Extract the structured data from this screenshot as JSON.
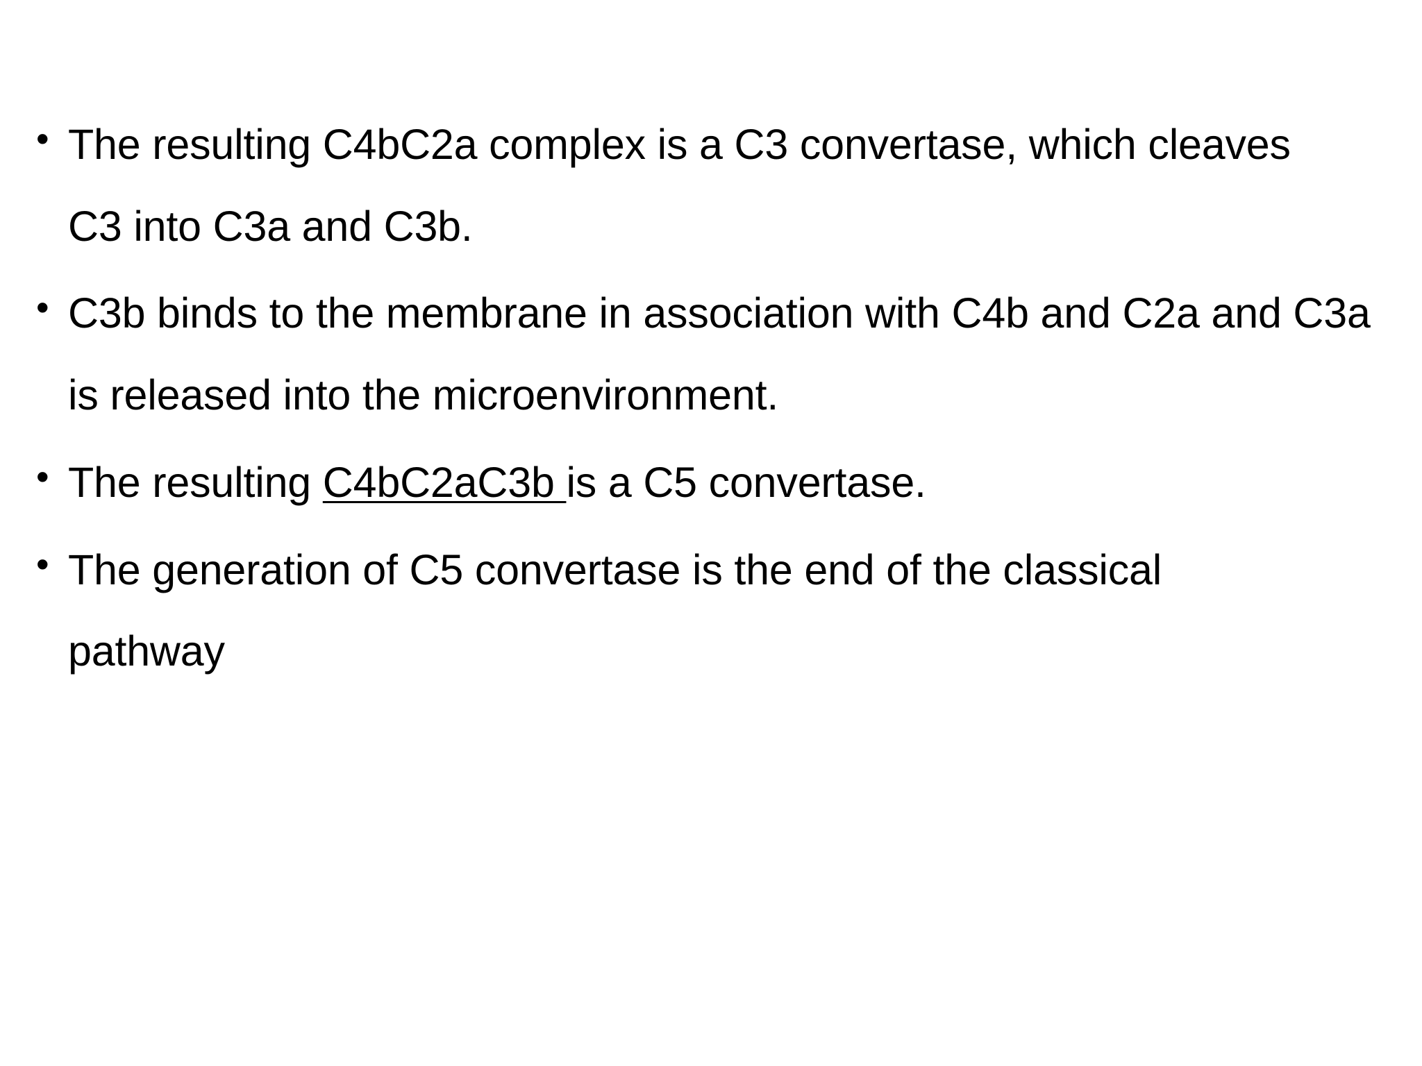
{
  "slide": {
    "background_color": "#ffffff",
    "text_color": "#000000",
    "bullet_glyph": "•",
    "bullets": [
      {
        "id": "bullet-c3-convertase",
        "marker": "•",
        "text": "The resulting C4bC2a complex is a C3 convertase, which cleaves C3 into C3a and C3b.",
        "underlined_segment": "",
        "lines": [
          "The resulting C4bC2a complex is a C3 convertase, which",
          "cleaves C3 into C3a and C3b."
        ]
      },
      {
        "id": "bullet-c3b-binds",
        "marker": "•",
        "text": "C3b binds to the membrane in association with C4b and C2a and C3a is released into the microenvironment.",
        "underlined_segment": "",
        "lines": [
          "C3b binds to the membrane in association with C4b and C2a",
          "and C3a is released into the microenvironment."
        ]
      },
      {
        "id": "bullet-c5-convertase",
        "marker": "•",
        "text_before": "The resulting ",
        "text_underlined": "C4bC2aC3b ",
        "text_after": "is a C5 convertase.",
        "text": "The resulting C4bC2aC3b is a C5 convertase.",
        "underlined_segment": "C4bC2aC3b ",
        "lines": [
          "The resulting C4bC2aC3b is a C5 convertase."
        ]
      },
      {
        "id": "bullet-end-classical-pathway",
        "marker": "•",
        "text": "The generation of C5 convertase is the end of the classical pathway",
        "underlined_segment": "",
        "lines": [
          "The generation of C5 convertase is the end of the",
          "classical pathway"
        ]
      }
    ]
  }
}
